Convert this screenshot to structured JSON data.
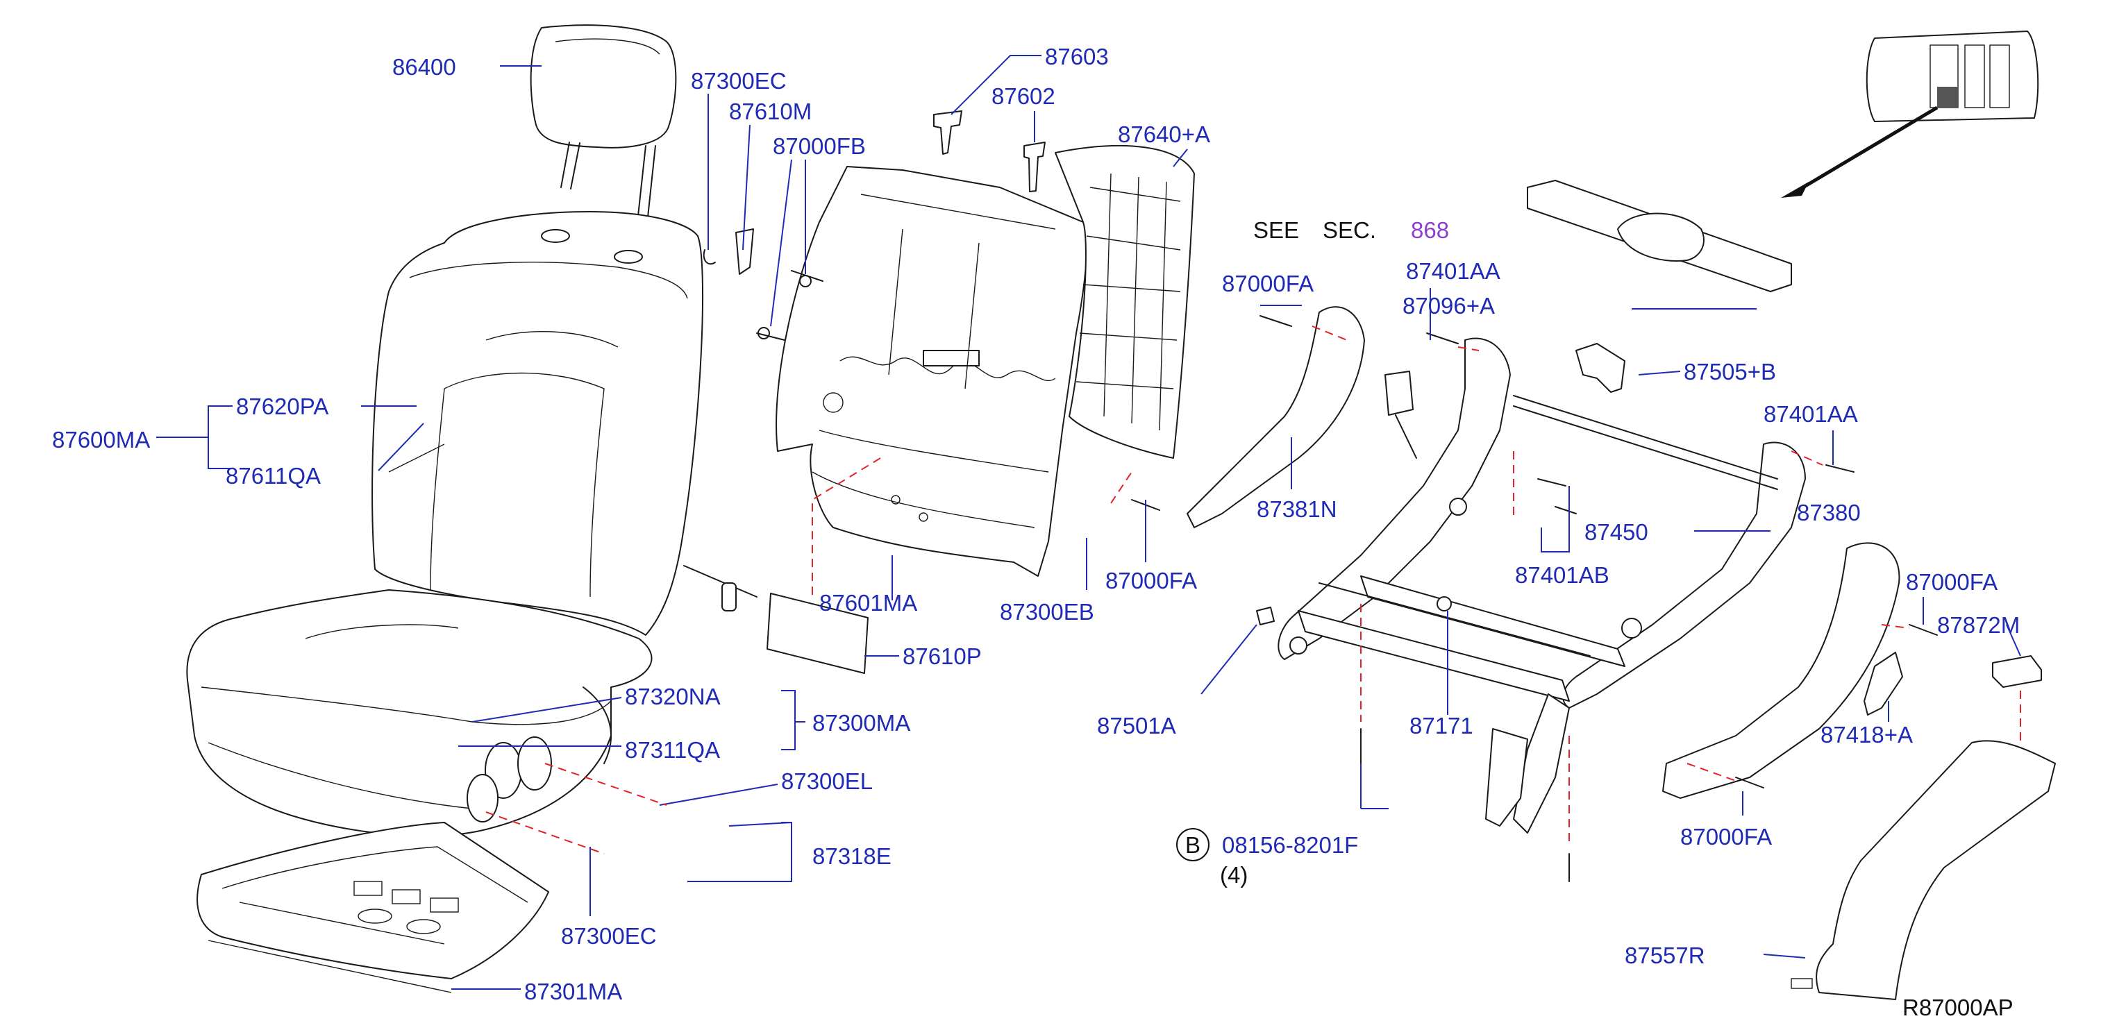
{
  "colors": {
    "label": "#1f2bb5",
    "leader": "#1f2bb5",
    "dashed_leader": "#e0242a",
    "drawing": "#1a1a1a",
    "section_ref": "#8a3fd1"
  },
  "parts": {
    "p86400": "86400",
    "p87300EC_top": "87300EC",
    "p87610M": "87610M",
    "p87000FB": "87000FB",
    "p87603": "87603",
    "p87602": "87602",
    "p87640A": "87640+A",
    "p87620PA": "87620PA",
    "p87600MA": "87600MA",
    "p87611QA": "87611QA",
    "p87601MA": "87601MA",
    "p87610P": "87610P",
    "p87320NA": "87320NA",
    "p87300MA": "87300MA",
    "p87311QA": "87311QA",
    "p87300EL": "87300EL",
    "p87318E": "87318E",
    "p87300EC_bot": "87300EC",
    "p87301MA": "87301MA",
    "p87000FA_1": "87000FA",
    "p87381N": "87381N",
    "p87000FA_2": "87000FA",
    "p87300EB": "87300EB",
    "p87401AA_1": "87401AA",
    "p87096A": "87096+A",
    "p87505B": "87505+B",
    "p87401AA_2": "87401AA",
    "p87450": "87450",
    "p87380": "87380",
    "p87401AB": "87401AB",
    "p87000FA_3": "87000FA",
    "p87872M": "87872M",
    "p87501A": "87501A",
    "p87171": "87171",
    "p87418A": "87418+A",
    "p87000FA_4": "87000FA",
    "p08156": "08156-8201F",
    "p87557R": "87557R"
  },
  "section_ref": {
    "see": "SEE",
    "sec": "SEC.",
    "number": "868"
  },
  "bolt_ref": {
    "letter": "B",
    "qty": "(4)"
  },
  "figure_code": "R87000AP"
}
